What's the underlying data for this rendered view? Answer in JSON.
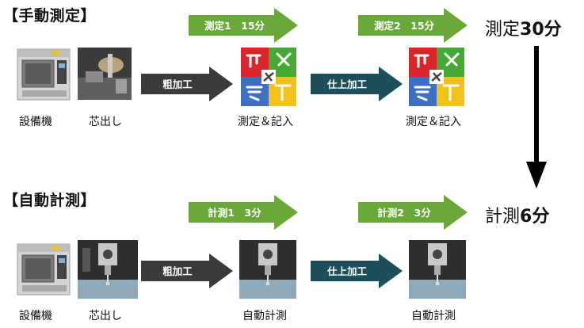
{
  "manual": {
    "title": "【手動測定】",
    "equipment_label": "設備機",
    "centering_label": "芯出し",
    "roughing_label": "粗加工",
    "finishing_label": "仕上加工",
    "step1_label": "測定1　15分",
    "step2_label": "測定2　15分",
    "measure_record_1": "測定＆記入",
    "measure_record_2": "測定＆記入",
    "total_prefix": "測定",
    "total_value": "30分"
  },
  "auto": {
    "title": "【自動計測】",
    "equipment_label": "設備機",
    "centering_label": "芯出し",
    "roughing_label": "粗加工",
    "finishing_label": "仕上加工",
    "step1_label": "計測1　3分",
    "step2_label": "計測2　3分",
    "auto_measure_1": "自動計測",
    "auto_measure_2": "自動計測",
    "total_prefix": "計測",
    "total_value": "6分"
  },
  "colors": {
    "green_arrow": "#6aa83a",
    "dark_arrow": "#3b3b3b",
    "teal_arrow": "#1d4f5a",
    "icon_red": "#d8262b",
    "icon_green": "#46a835",
    "icon_blue": "#3f6fc4",
    "icon_yellow": "#f2c21a"
  }
}
